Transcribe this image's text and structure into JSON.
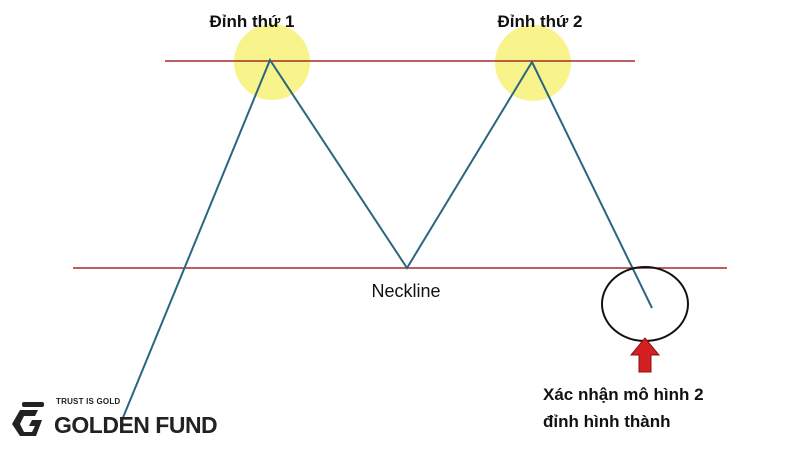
{
  "labels": {
    "peak1": "Đỉnh thứ 1",
    "peak2": "Đỉnh thứ 2",
    "neckline": "Neckline",
    "confirm_line1": "Xác nhận mô hình 2",
    "confirm_line2": "đỉnh hình thành"
  },
  "logo": {
    "tagline": "TRUST IS GOLD",
    "name": "GOLDEN FUND"
  },
  "colors": {
    "price_line": "#2a6680",
    "resistance": "#a52a2a",
    "highlight": "#f5f07a",
    "arrow": "#d42020"
  }
}
